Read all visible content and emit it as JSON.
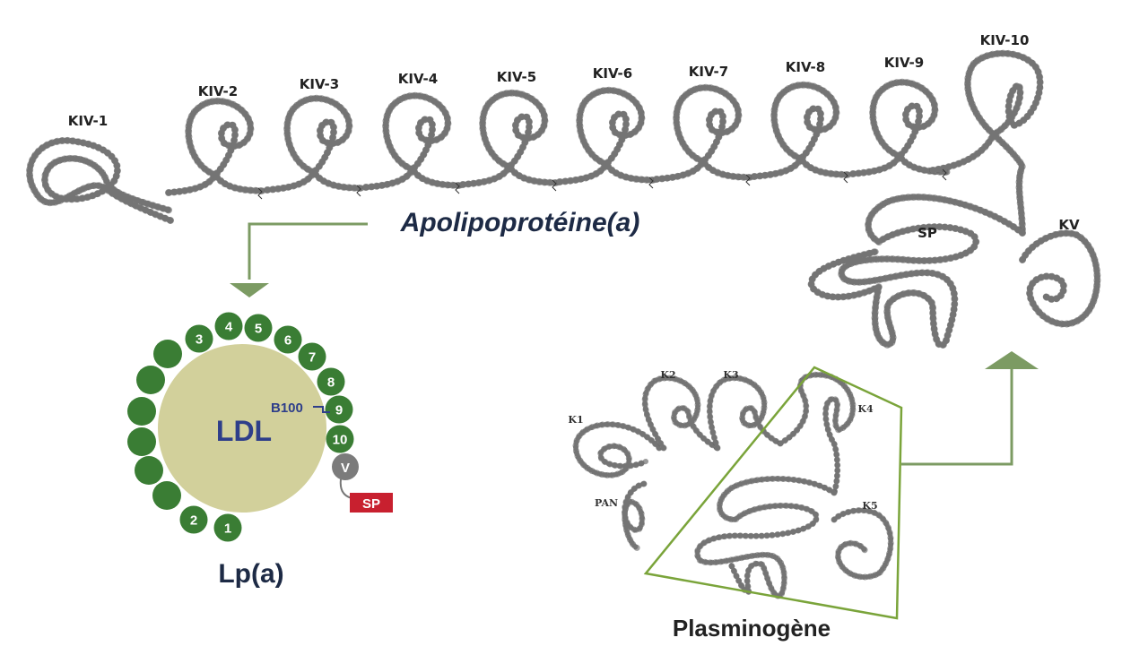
{
  "apo": {
    "title": "Apolipoprotéine(a)",
    "kringles": [
      "KIV-1",
      "KIV-2",
      "KIV-3",
      "KIV-4",
      "KIV-5",
      "KIV-6",
      "KIV-7",
      "KIV-8",
      "KIV-9",
      "KIV-10"
    ],
    "kv": "KV",
    "sp": "SP"
  },
  "lpa": {
    "title": "Lp(a)",
    "core": "LDL",
    "b100": "B100",
    "beads": [
      "1",
      "2",
      "3",
      "4",
      "5",
      "6",
      "7",
      "8",
      "9",
      "10"
    ],
    "v": "V",
    "sp": "SP"
  },
  "plasm": {
    "title": "Plasminogène",
    "labels": [
      "K1",
      "K2",
      "K3",
      "K4",
      "K5",
      "PAN"
    ]
  },
  "colors": {
    "bead_green": "#3a7d34",
    "bead_dark": "#2d6a2a",
    "ldl_core": "#d2d09b",
    "ldl_text": "#2e3e8a",
    "arrow": "#7c9b63",
    "sp_red": "#c8202f",
    "v_grey": "#7b7b7b",
    "outline_green": "#7aa43a"
  }
}
